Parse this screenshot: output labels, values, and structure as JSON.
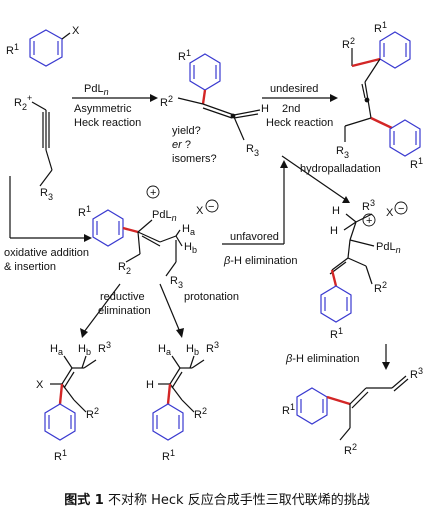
{
  "reagents": {
    "aryl_halide": {
      "r1": "R",
      "r1_sup": "1",
      "x": "X"
    },
    "alkyne": {
      "r2": "R",
      "r2_sup": "2",
      "plus": "+",
      "r3": "R",
      "r3_sup": "3"
    }
  },
  "arrows": {
    "heck": {
      "catalyst": "PdL",
      "catalyst_sub": "n",
      "line1": "Asymmetric",
      "line2": "Heck reaction"
    },
    "undesired": {
      "line1": "undesired",
      "line2": "2nd",
      "line3": "Heck reaction"
    },
    "hydropalladation": {
      "label": "hydropalladation"
    },
    "oxidative": {
      "line1": "oxidative addition",
      "line2": "& insertion"
    },
    "unfavored": {
      "line1": "unfavored",
      "line2_italic": "β",
      "line2_rest": "-H elimination"
    },
    "reductive": {
      "line1": "reductive",
      "line2": "elimination"
    },
    "protonation": {
      "label": "protonation"
    },
    "beta_h": {
      "italic": "β",
      "rest": "-H elimination"
    }
  },
  "questions": {
    "yield": "yield?",
    "er_italic": "er",
    "er_rest": " ?",
    "isomers": "isomers?"
  },
  "labels": {
    "R1": "R",
    "R2": "R",
    "R3": "R",
    "sup1": "1",
    "sup2": "2",
    "sup3": "3",
    "H": "H",
    "Ha": "H",
    "Hb": "H",
    "a": "a",
    "b": "b",
    "X": "X",
    "PdLn": "PdL",
    "n": "n",
    "plus": "+",
    "minus": "−"
  },
  "caption": {
    "figure": "图式 1",
    "text": "  不对称 Heck 反应合成手性三取代联烯的挑战"
  },
  "colors": {
    "highlight_bond": "#d32626",
    "aromatic": "#3a3ad0",
    "yield_q": "#c62828",
    "isomers_q": "#2a8fbf",
    "unfavored": "#b71c1c"
  }
}
